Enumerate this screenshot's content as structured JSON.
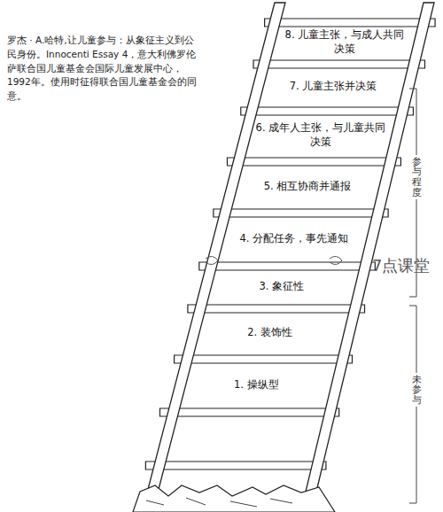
{
  "diagram": {
    "labels": [
      "罗杰 · A.哈特,让儿童参与：从象征主义到公民身份。Innocenti Essay 4，意大利佛罗伦萨联合国儿童基金会国际儿童发展中心，1992年。使用时征得联合国儿童基金会的同意。",
      "8. 儿童主张，与成人共同决策",
      "7. 儿童主张并决策",
      "6. 成年人主张，与儿童共同决策",
      "5. 相互协商并通报",
      "4. 分配任务，事先通知",
      "3. 象征性",
      "2. 装饰性",
      "1. 操纵型",
      "参与程度",
      "未参与",
      "7点课堂"
    ]
  }
}
